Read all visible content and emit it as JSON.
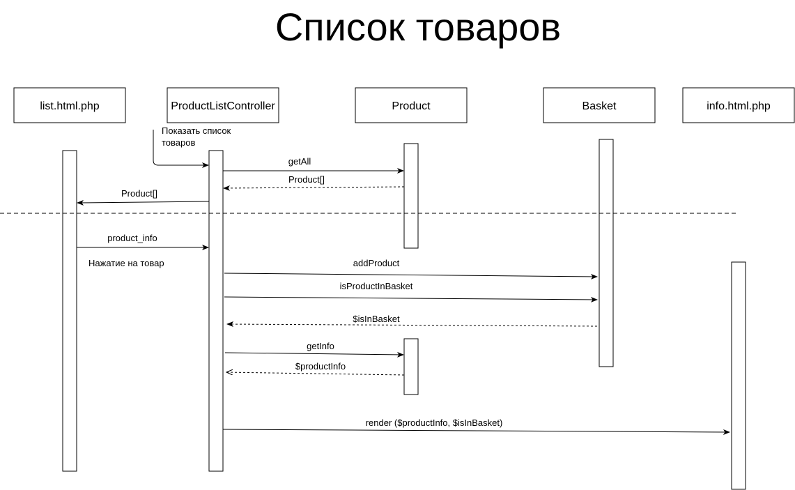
{
  "title": "Список товаров",
  "participants": [
    {
      "id": "list",
      "label": "list.html.php"
    },
    {
      "id": "controller",
      "label": "ProductListController"
    },
    {
      "id": "product",
      "label": "Product"
    },
    {
      "id": "basket",
      "label": "Basket"
    },
    {
      "id": "info",
      "label": "info.html.php"
    }
  ],
  "notes": {
    "show_list_line1": "Показать список",
    "show_list_line2": "товаров",
    "click_product": "Нажатие на товар"
  },
  "messages": [
    {
      "id": "getall",
      "from": "controller",
      "to": "product",
      "label": "getAll",
      "style": "solid"
    },
    {
      "id": "product-array-return",
      "from": "product",
      "to": "controller",
      "label": "Product[]",
      "style": "dashed"
    },
    {
      "id": "product-array-to-list",
      "from": "controller",
      "to": "list",
      "label": "Product[]",
      "style": "solid"
    },
    {
      "id": "product-info",
      "from": "list",
      "to": "controller",
      "label": "product_info",
      "style": "solid"
    },
    {
      "id": "add-product",
      "from": "controller",
      "to": "basket",
      "label": "addProduct",
      "style": "solid"
    },
    {
      "id": "is-product-in-basket",
      "from": "controller",
      "to": "basket",
      "label": "isProductInBasket",
      "style": "solid"
    },
    {
      "id": "is-in-basket-return",
      "from": "basket",
      "to": "controller",
      "label": "$isInBasket",
      "style": "dashed"
    },
    {
      "id": "get-info",
      "from": "controller",
      "to": "product",
      "label": "getInfo",
      "style": "solid"
    },
    {
      "id": "product-info-return",
      "from": "product",
      "to": "controller",
      "label": "$productInfo",
      "style": "dashed"
    },
    {
      "id": "render",
      "from": "controller",
      "to": "info",
      "label": "render ($productInfo, $isInBasket)",
      "style": "solid"
    }
  ]
}
